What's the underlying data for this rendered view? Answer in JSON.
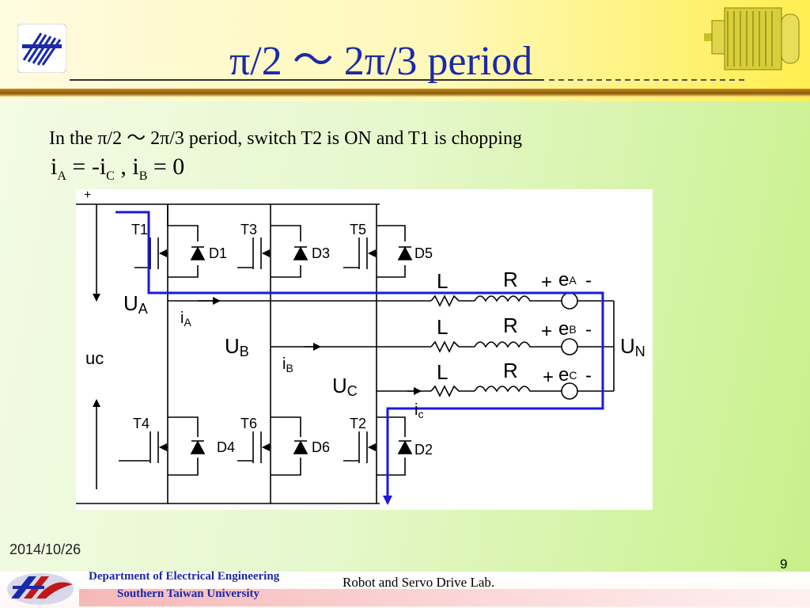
{
  "slide": {
    "title": "π/2 ～ 2π/3 period",
    "subtitle": "In the π/2 ～ 2π/3 period, switch T2 is ON and T1 is chopping",
    "formula": {
      "i1": "i",
      "i1_sub": "A",
      "eq1": " = -",
      "i2": "i",
      "i2_sub": "C",
      "sep": " , ",
      "i3": "i",
      "i3_sub": "B",
      "eq2": " = 0"
    },
    "date": "2014/10/26",
    "page_number": "9",
    "department": "Department of Electrical Engineering",
    "university": "Southern Taiwan University",
    "lab": "Robot and Servo Drive Lab."
  },
  "circuit": {
    "plus": "+",
    "uc": "uc",
    "UA": "U",
    "UA_sub": "A",
    "UB": "U",
    "UB_sub": "B",
    "UC": "U",
    "UC_sub": "C",
    "UN": "U",
    "UN_sub": "N",
    "iA": "i",
    "iA_sub": "A",
    "iB": "i",
    "iB_sub": "B",
    "iC": "i",
    "iC_sub": "c",
    "T1": "T1",
    "T3": "T3",
    "T5": "T5",
    "T4": "T4",
    "T6": "T6",
    "T2": "T2",
    "D1": "D1",
    "D3": "D3",
    "D5": "D5",
    "D4": "D4",
    "D6": "D6",
    "D2": "D2",
    "L": "L",
    "R": "R",
    "e": "e",
    "eA_sub": "A",
    "eB_sub": "B",
    "eC_sub": "C",
    "emf_plus": "+",
    "emf_minus": "-",
    "current_path_color": "#1a1adc"
  }
}
